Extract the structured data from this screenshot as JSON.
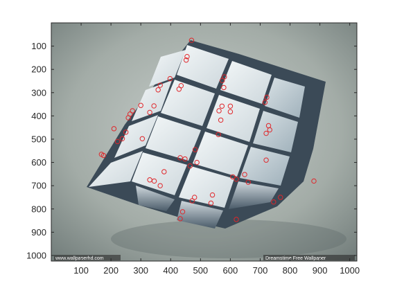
{
  "axes": {
    "x_ticks": [
      100,
      200,
      300,
      400,
      500,
      600,
      700,
      800,
      900,
      1000
    ],
    "y_ticks": [
      100,
      200,
      300,
      400,
      500,
      600,
      700,
      800,
      900,
      1000
    ],
    "xlim": [
      0,
      1024
    ],
    "ylim": [
      0,
      1024
    ],
    "y_direction": "reversed",
    "grid": false
  },
  "image": {
    "subject": "3d-cube-of-blocks",
    "background_color": "#a3aca7",
    "block_face_color": "#e6ecef",
    "block_shadow_color": "#3b4a57",
    "watermark_left": "www.wallpaperhd.com",
    "watermark_right": "Dreamstime Free Wallpaper"
  },
  "keypoints": {
    "marker_color": "#e0262a",
    "points": [
      [
        470,
        75
      ],
      [
        455,
        145
      ],
      [
        452,
        160
      ],
      [
        580,
        232
      ],
      [
        573,
        248
      ],
      [
        578,
        278
      ],
      [
        398,
        240
      ],
      [
        365,
        268
      ],
      [
        358,
        288
      ],
      [
        435,
        270
      ],
      [
        428,
        285
      ],
      [
        722,
        320
      ],
      [
        716,
        342
      ],
      [
        728,
        442
      ],
      [
        732,
        460
      ],
      [
        720,
        475
      ],
      [
        600,
        358
      ],
      [
        600,
        382
      ],
      [
        572,
        358
      ],
      [
        562,
        378
      ],
      [
        568,
        418
      ],
      [
        560,
        480
      ],
      [
        330,
        385
      ],
      [
        344,
        357
      ],
      [
        300,
        355
      ],
      [
        272,
        378
      ],
      [
        264,
        392
      ],
      [
        258,
        408
      ],
      [
        210,
        455
      ],
      [
        250,
        470
      ],
      [
        238,
        498
      ],
      [
        222,
        510
      ],
      [
        305,
        498
      ],
      [
        168,
        565
      ],
      [
        175,
        570
      ],
      [
        432,
        580
      ],
      [
        448,
        585
      ],
      [
        482,
        545
      ],
      [
        488,
        600
      ],
      [
        465,
        615
      ],
      [
        378,
        640
      ],
      [
        365,
        700
      ],
      [
        330,
        675
      ],
      [
        345,
        680
      ],
      [
        720,
        590
      ],
      [
        648,
        652
      ],
      [
        660,
        685
      ],
      [
        608,
        662
      ],
      [
        620,
        672
      ],
      [
        880,
        680
      ],
      [
        768,
        750
      ],
      [
        745,
        770
      ],
      [
        480,
        750
      ],
      [
        472,
        765
      ],
      [
        540,
        740
      ],
      [
        535,
        775
      ],
      [
        440,
        812
      ],
      [
        432,
        842
      ],
      [
        620,
        845
      ]
    ]
  }
}
